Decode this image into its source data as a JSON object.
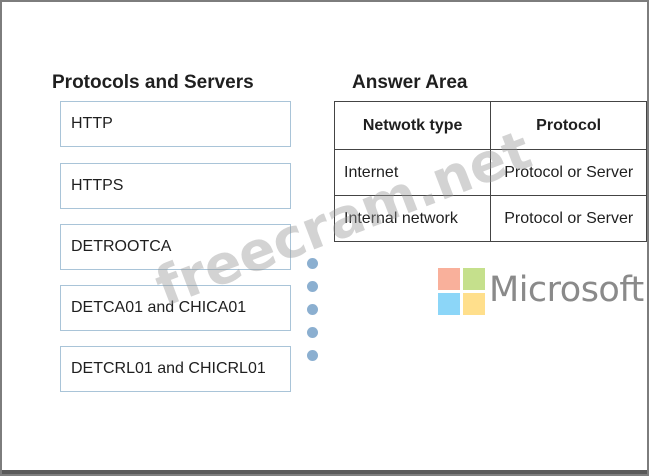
{
  "left_panel": {
    "title": "Protocols and Servers",
    "options": [
      "HTTP",
      "HTTPS",
      "DETROOTCA",
      "DETCA01 and CHICA01",
      "DETCRL01 and CHICRL01"
    ]
  },
  "answer_area": {
    "title": "Answer Area",
    "headers": [
      "Netwotk type",
      "Protocol"
    ],
    "rows": [
      {
        "network": "Internet",
        "protocol": "Protocol or Server"
      },
      {
        "network": "Internal network",
        "protocol": "Protocol or Server"
      }
    ]
  },
  "brand": {
    "name": "Microsoft",
    "colors": [
      "#f25022",
      "#7fba00",
      "#00a4ef",
      "#ffb900"
    ]
  },
  "watermark": "freecram.net"
}
